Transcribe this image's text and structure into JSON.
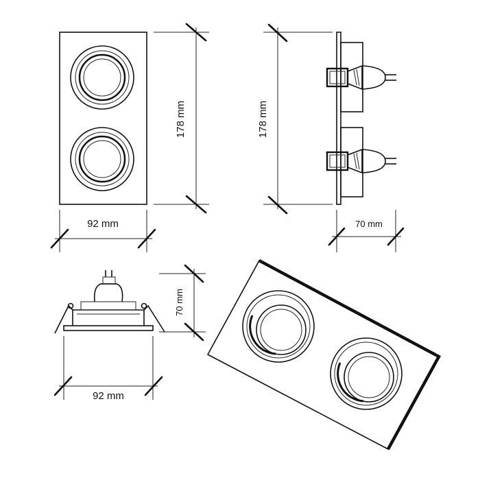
{
  "dimensions": {
    "front_height": "178 mm",
    "front_width": "92 mm",
    "side_height": "178 mm",
    "side_depth": "70 mm",
    "bottom_depth": "70 mm",
    "bottom_width": "92 mm"
  },
  "colors": {
    "line": "#111111",
    "background": "#ffffff"
  }
}
